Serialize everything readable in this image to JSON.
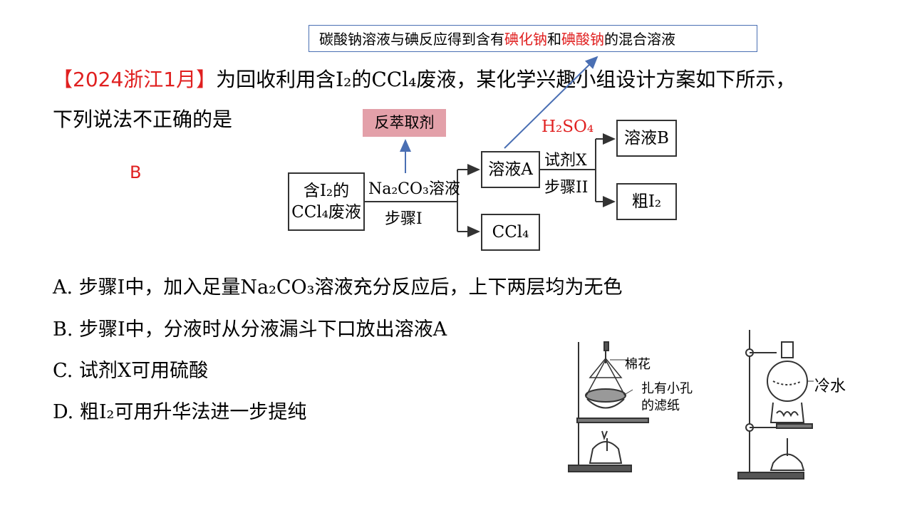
{
  "title": {
    "tag": "【2024浙江1月】",
    "line1": "为回收利用含I₂的CCl₄废液，某化学兴趣小组设计方案如下所示，",
    "line2": "下列说法不正确的是"
  },
  "callout": {
    "part1": "碳酸钠溶液与碘反应得到含有",
    "highlight1": "碘化钠",
    "part2": "和",
    "highlight2": "碘酸钠",
    "part3": "的混合溶液"
  },
  "annotation": {
    "back_extraction": "反萃取剂"
  },
  "answer": "B",
  "flowchart": {
    "start_line1": "含I₂的",
    "start_line2": "CCl₄废液",
    "reagent1": "Na₂CO₃溶液",
    "step1": "步骤I",
    "solution_a": "溶液A",
    "ccl4": "CCl₄",
    "acid": "H₂SO₄",
    "reagent_x": "试剂X",
    "step2": "步骤II",
    "solution_b": "溶液B",
    "crude_i2": "粗I₂"
  },
  "options": [
    "A. 步骤I中，加入足量Na₂CO₃溶液充分反应后，上下两层均为无色",
    "B. 步骤I中，分液时从分液漏斗下口放出溶液A",
    "C. 试剂X可用硫酸",
    "D. 粗I₂可用升华法进一步提纯"
  ],
  "apparatus": {
    "label_cotton": "棉花",
    "label_filter_1": "扎有小孔",
    "label_filter_2": "的滤纸",
    "label_cold_water": "冷水"
  }
}
